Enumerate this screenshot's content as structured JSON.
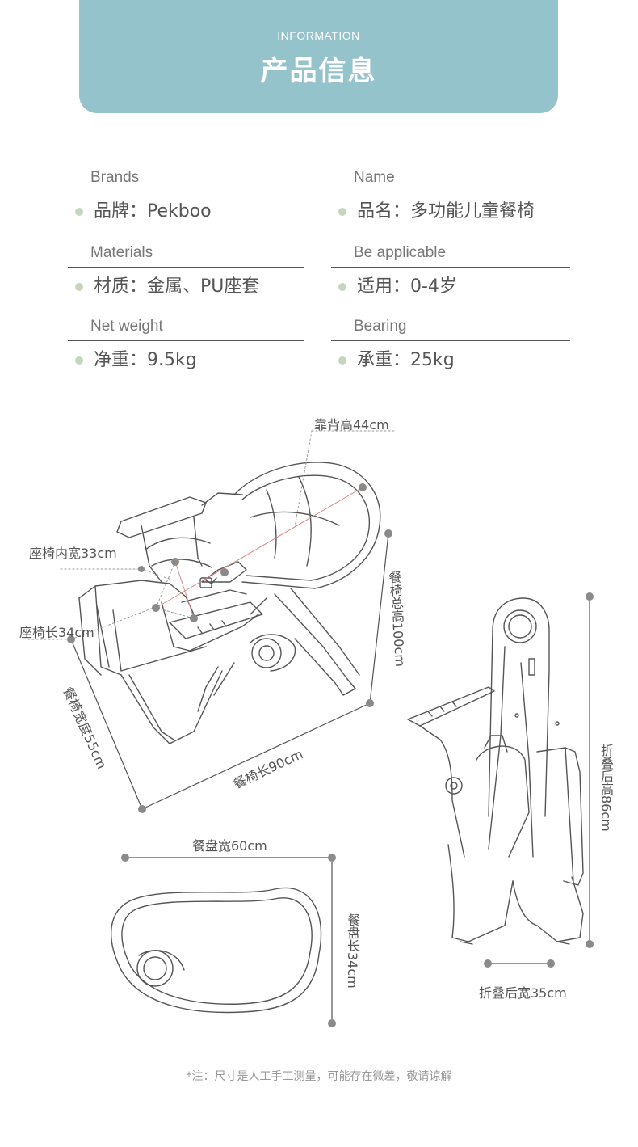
{
  "header": {
    "subtitle": "INFORMATION",
    "title": "产品信息"
  },
  "specs": [
    {
      "en": "Brands",
      "value": "品牌：Pekboo"
    },
    {
      "en": "Name",
      "value": "品名：多功能儿童餐椅"
    },
    {
      "en": "Materials",
      "value": "材质：金属、PU座套"
    },
    {
      "en": "Be applicable",
      "value": "适用：0-4岁"
    },
    {
      "en": "Net weight",
      "value": "净重：9.5kg"
    },
    {
      "en": "Bearing",
      "value": "承重：25kg"
    }
  ],
  "dimensions": {
    "backrest_height": "靠背高44cm",
    "seat_inner_width": "座椅内宽33cm",
    "seat_length": "座椅长34cm",
    "chair_total_height": "餐椅总高100cm",
    "chair_width": "餐椅宽度55cm",
    "chair_length": "餐椅长90cm",
    "folded_height": "折叠后高86cm",
    "folded_width": "折叠后宽35cm",
    "tray_width": "餐盘宽60cm",
    "tray_length": "餐盘长34cm"
  },
  "note": "*注：尺寸是人工手工测量，可能存在微差，敬请谅解",
  "colors": {
    "header_bg": "#94c3cc",
    "bullet": "#c6d6bc",
    "measure_red": "#d98a8a"
  }
}
